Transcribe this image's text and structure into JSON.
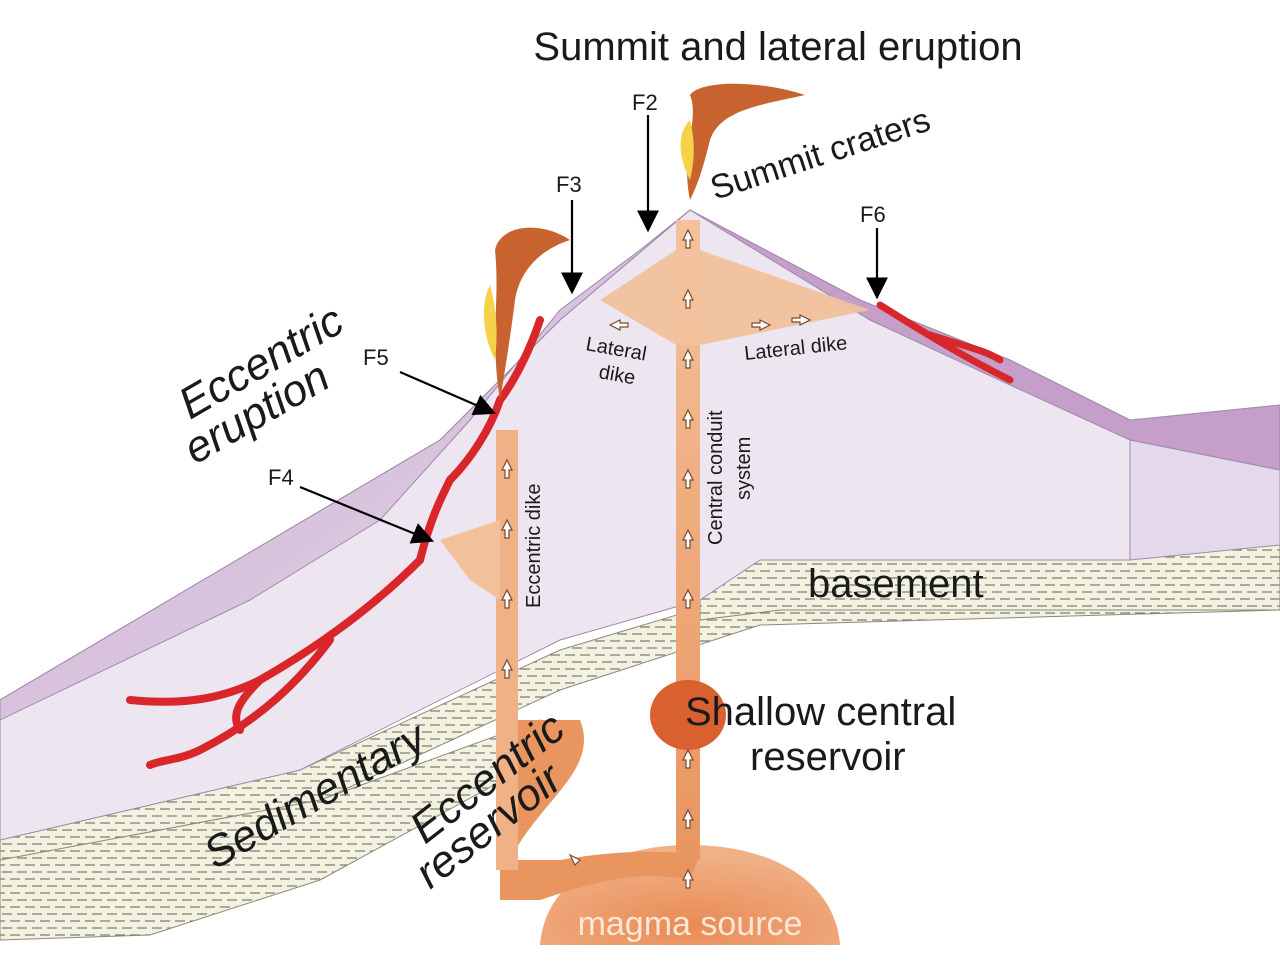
{
  "title": "Summit and lateral eruption",
  "labels": {
    "summit_craters": "Summit craters",
    "eccentric_eruption_line1": "Eccentric",
    "eccentric_eruption_line2": "eruption",
    "lateral_dike_left_line1": "Lateral",
    "lateral_dike_left_line2": "dike",
    "lateral_dike_right": "Lateral dike",
    "central_conduit_line1": "Central conduit",
    "central_conduit_line2": "system",
    "eccentric_dike": "Eccentric dike",
    "basement": "basement",
    "sedimentary": "Sedimentary",
    "shallow_reservoir_line1": "Shallow central",
    "shallow_reservoir_line2": "reservoir",
    "eccentric_reservoir_line1": "Eccentric",
    "eccentric_reservoir_line2": "reservoir",
    "magma_source": "magma source"
  },
  "fissures": [
    "F2",
    "F3",
    "F4",
    "F5",
    "F6"
  ],
  "colors": {
    "volcano_flank": "#ddd3e6",
    "volcano_dark": "#b38bb8",
    "lava": "#d8262a",
    "magma": "#f1b38a",
    "magma_dark": "#d9612f",
    "plume": "#c8622f",
    "plume_light": "#f6d24a",
    "sediment": "#f3f2e1"
  }
}
